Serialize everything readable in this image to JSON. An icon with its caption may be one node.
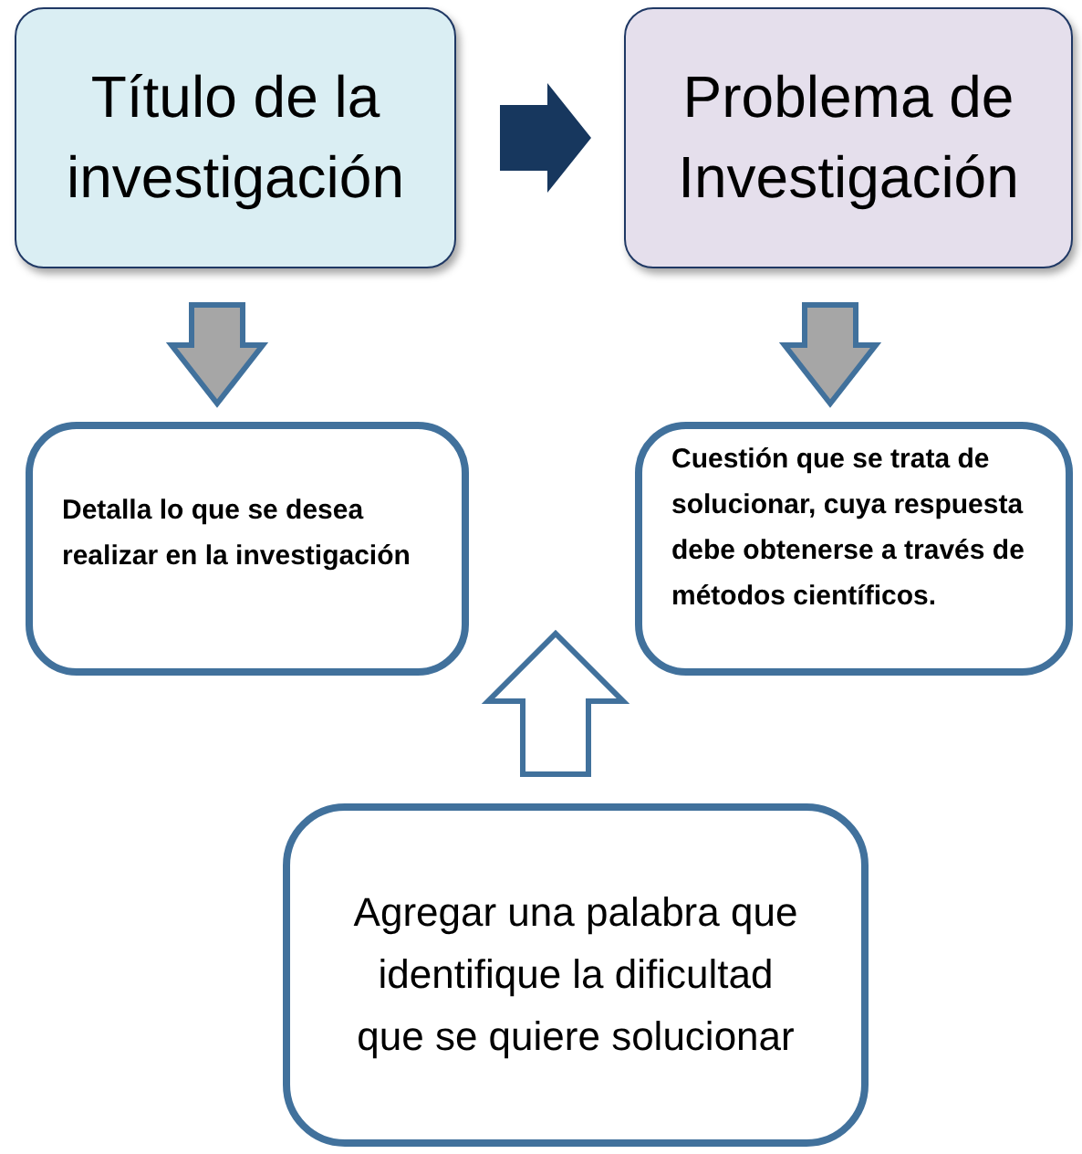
{
  "diagram": {
    "nodes": [
      {
        "text": [
          "Título de la investigación"
        ]
      },
      {
        "text": [
          "Problema de Investigación"
        ]
      },
      {
        "text": [
          "Detalla lo que se desea realizar en la investigación"
        ]
      },
      {
        "text": [
          "Cuestión que se trata de solucionar, cuya respuesta debe obtenerse a través de métodos científicos."
        ]
      },
      {
        "text": [
          "Agregar una palabra que identifique la dificultad que se quiere solucionar"
        ]
      }
    ],
    "edges": [
      {
        "from": 0,
        "to": 1,
        "arrow": "to",
        "color": "#17375e"
      },
      {
        "from": 0,
        "to": 2,
        "arrow": "to"
      },
      {
        "from": 1,
        "to": 3,
        "arrow": "to"
      },
      {
        "from": 4,
        "to": null,
        "arrow": "to",
        "color": "#ffffff"
      }
    ]
  }
}
